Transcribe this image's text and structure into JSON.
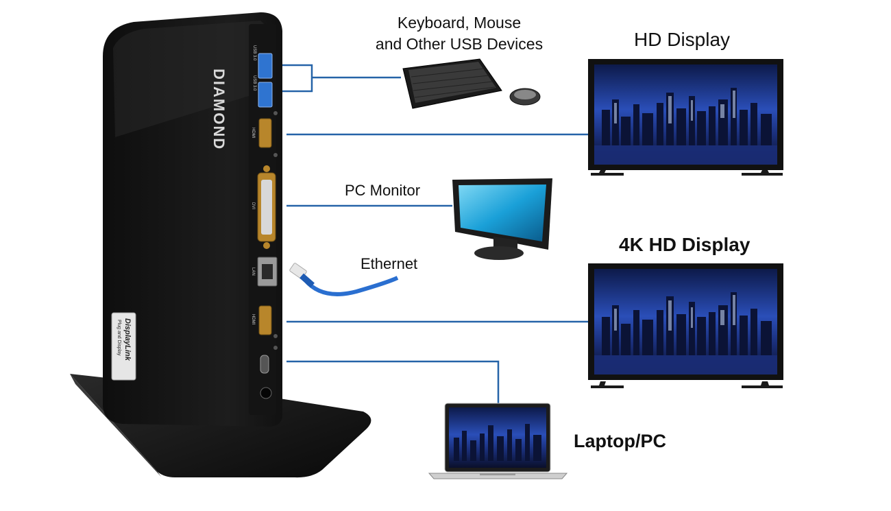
{
  "labels": {
    "usb_devices_line1": "Keyboard, Mouse",
    "usb_devices_line2": "and Other USB Devices",
    "hd_display": "HD Display",
    "pc_monitor": "PC Monitor",
    "ethernet": "Ethernet",
    "display_4k": "4K HD Display",
    "laptop_pc": "Laptop/PC"
  },
  "dock": {
    "brand": "DIAMOND",
    "badge_title": "DisplayLink",
    "badge_sub": "Plug and Display",
    "ports": {
      "usb1": "USB 3.0",
      "usb2": "USB 3.0",
      "hdmi1": "HDMI",
      "dvi": "DVI",
      "lan": "LAN",
      "hdmi2": "HDMI"
    }
  },
  "colors": {
    "connector_line": "#2563a8",
    "dock_body": "#1c1c1c",
    "screen_sky": "#1f3a8c",
    "port_gold": "#b8862b",
    "usb_blue": "#2f74d0"
  }
}
